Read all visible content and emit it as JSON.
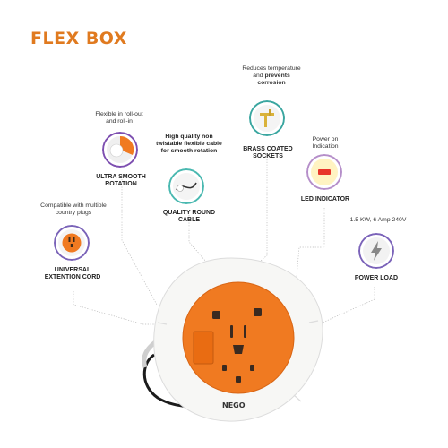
{
  "title": "FLEX BOX",
  "features": [
    {
      "id": "universal",
      "note": "Compatible with multiple country plugs",
      "label": "UNIVERSAL EXTENTION CORD",
      "ring": "#7a63b8"
    },
    {
      "id": "rotation",
      "note": "Flexible in roll-out and roll-in",
      "label": "ULTRA SMOOTH ROTATION",
      "ring": "#7d4fb0"
    },
    {
      "id": "cable",
      "note": "High quality non twistable flexible cable for smooth rotation",
      "label": "QUALITY ROUND CABLE",
      "ring": "#49b8b0"
    },
    {
      "id": "brass",
      "note_plain": "Reduces temperature and",
      "note_bold": "prevents corrosion",
      "label": "BRASS COATED SOCKETS",
      "ring": "#3aa6a0"
    },
    {
      "id": "led",
      "note": "Power on Indication",
      "label": "LED INDICATOR",
      "ring": "#b58ec9"
    },
    {
      "id": "power",
      "note": "1.5 KW, 6 Amp 240V",
      "label": "POWER LOAD",
      "ring": "#7b63b9"
    }
  ],
  "brand": "NEGO",
  "colors": {
    "accent": "#e07a1f",
    "orange": "#f07a21",
    "body": "#f7f7f5"
  }
}
